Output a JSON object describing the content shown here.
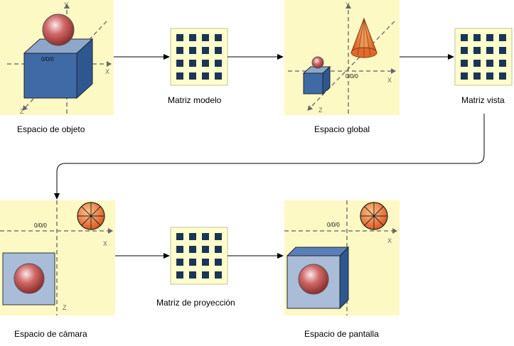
{
  "stages": {
    "object_space": "Espacio de objeto",
    "world_space": "Espacio global",
    "camera_space": "Espacio de cámara",
    "screen_space": "Espacio de pantalla"
  },
  "matrices": {
    "model": "Matriz modelo",
    "view": "Matriz vista",
    "projection": "Matriz de proyección"
  },
  "axes": {
    "x": "X",
    "y": "Y",
    "z": "Z",
    "origin": "0/0/0"
  },
  "colors": {
    "panel_bg": "#fdf9c4",
    "matrix_bg": "#ffffcc",
    "matrix_cell": "#1a3556",
    "cube_front": "#3f6aa6",
    "sphere": "#b8484a",
    "cone": "#e06a2c",
    "arrow": "#000000"
  }
}
